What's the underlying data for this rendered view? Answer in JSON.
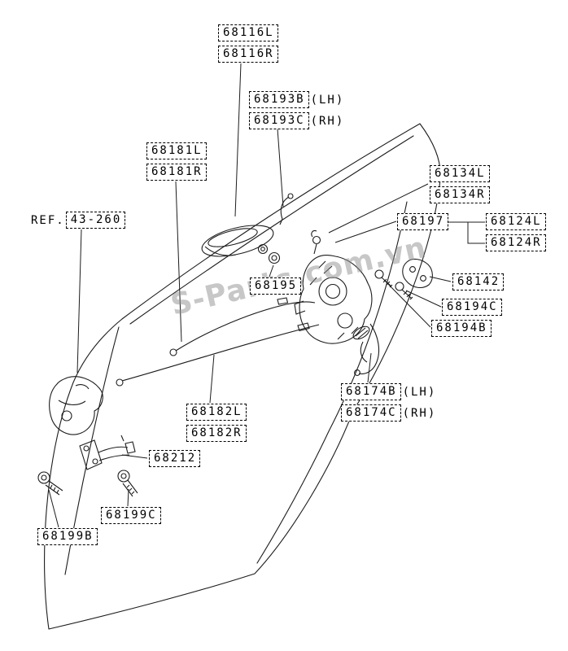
{
  "diagram": {
    "watermark": "S-Parts.com.vn",
    "ref": {
      "prefix": "REF.",
      "number": "43-260"
    },
    "labels": {
      "68116L": {
        "text": "68116L"
      },
      "68116R": {
        "text": "68116R"
      },
      "68193B": {
        "text": "68193B",
        "suffix": "(LH)"
      },
      "68193C": {
        "text": "68193C",
        "suffix": "(RH)"
      },
      "68181L": {
        "text": "68181L"
      },
      "68181R": {
        "text": "68181R"
      },
      "68134L": {
        "text": "68134L"
      },
      "68134R": {
        "text": "68134R"
      },
      "68197": {
        "text": "68197"
      },
      "68124L": {
        "text": "68124L"
      },
      "68124R": {
        "text": "68124R"
      },
      "68142": {
        "text": "68142"
      },
      "68195": {
        "text": "68195"
      },
      "68194C": {
        "text": "68194C"
      },
      "68194B": {
        "text": "68194B"
      },
      "68174B": {
        "text": "68174B",
        "suffix": "(LH)"
      },
      "68174C": {
        "text": "68174C",
        "suffix": "(RH)"
      },
      "68182L": {
        "text": "68182L"
      },
      "68182R": {
        "text": "68182R"
      },
      "68212": {
        "text": "68212"
      },
      "68199C": {
        "text": "68199C"
      },
      "68199B": {
        "text": "68199B"
      }
    },
    "colors": {
      "line": "#1c1c1c",
      "watermark": "#909090",
      "background": "#ffffff",
      "label_text": "#000000"
    }
  }
}
